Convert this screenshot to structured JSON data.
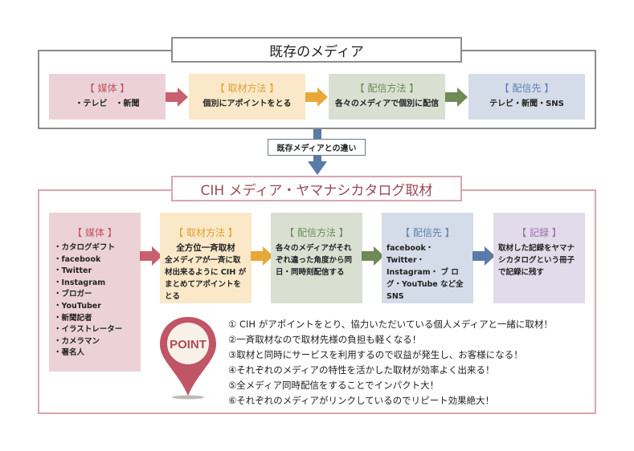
{
  "existing": {
    "title": "既存のメディア",
    "boxes": [
      {
        "head": "【 媒体 】",
        "body": "・テレビ　・新聞"
      },
      {
        "head": "【 取材方法 】",
        "body": "個別にアポイントをとる"
      },
      {
        "head": "【 配信方法 】",
        "body": "各々のメディアで個別に配信"
      },
      {
        "head": "【 配信先 】",
        "body": "テレビ・新聞・SNS"
      }
    ]
  },
  "difference_label": "既存メディアとの違い",
  "cih": {
    "title": "CIH メディア・ヤマナシカタログ取材",
    "media": {
      "head": "【 媒体 】",
      "items": [
        "・カタログギフト",
        "・facebook",
        "・Twitter",
        "・Instagram",
        "・ブロガー",
        "・YouTuber",
        "・新聞記者",
        "・イラストレーター",
        "・カメラマン",
        "・著名人"
      ]
    },
    "method": {
      "head": "【 取材方法 】",
      "subtitle": "全方位一斉取材",
      "body": "全メディアが一斉に取材出来るように CIH がまとめてアポイントをとる"
    },
    "delivery": {
      "head": "【 配信方法 】",
      "body": "各々のメディアがそれぞれ違った角度から同日・同時刻配信する"
    },
    "destination": {
      "head": "【 配信先 】",
      "body": "facebook・Twitter・Instagram・ ブ ロ グ・YouTube など全 SNS"
    },
    "record": {
      "head": "【 記録 】",
      "body": "取材した記録をヤマナシカタログという冊子で記録に残す"
    },
    "point_badge": "POINT",
    "points": [
      "① CIH がアポイントをとり、協力いただいている個人メディアと一緒に取材！",
      "②一斉取材なので取材先様の負担も軽くなる！",
      "③取材と同時にサービスを利用するので収益が発生し、お客様になる！",
      "④それぞれのメディアの特性を活かした取材が効率よく出来る！",
      "⑤全メディア同時配信をすることでインパクト大！",
      "⑥それぞれのメディアがリンクしているのでリピート効果絶大！"
    ]
  },
  "colors": {
    "pink_arrow": "#c9606e",
    "orange_arrow": "#e8a838",
    "green_arrow": "#6f8a55",
    "blue_arrow": "#5a7aa8",
    "pin": "#c05565"
  }
}
